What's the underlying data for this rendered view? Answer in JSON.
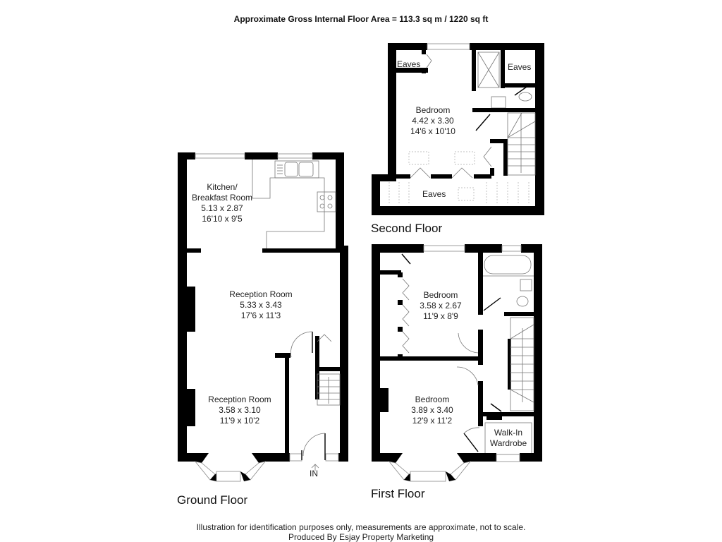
{
  "header": {
    "title": "Approximate Gross Internal Floor Area = 113.3 sq m / 1220 sq ft"
  },
  "floors": {
    "ground": {
      "label": "Ground Floor",
      "rooms": [
        {
          "name_line1": "Kitchen/",
          "name_line2": "Breakfast Room",
          "metric": "5.13 x 2.87",
          "imperial": "16'10 x 9'5"
        },
        {
          "name": "Reception Room",
          "metric": "5.33 x 3.43",
          "imperial": "17'6 x 11'3"
        },
        {
          "name": "Reception Room",
          "metric": "3.58 x 3.10",
          "imperial": "11'9 x 10'2"
        }
      ],
      "entrance_label": "IN"
    },
    "first": {
      "label": "First Floor",
      "rooms": [
        {
          "name": "Bedroom",
          "metric": "3.58 x 2.67",
          "imperial": "11'9 x 8'9"
        },
        {
          "name": "Bedroom",
          "metric": "3.89 x 3.40",
          "imperial": "12'9 x 11'2"
        },
        {
          "name_line1": "Walk-In",
          "name_line2": "Wardrobe"
        }
      ]
    },
    "second": {
      "label": "Second Floor",
      "rooms": [
        {
          "name": "Bedroom",
          "metric": "4.42 x 3.30",
          "imperial": "14'6 x 10'10"
        },
        {
          "name": "Eaves"
        },
        {
          "name": "Eaves"
        },
        {
          "name": "Eaves"
        }
      ]
    }
  },
  "footer": {
    "disclaimer": "Illustration for identification purposes only, measurements are approximate, not to scale.",
    "producer": "Produced By Esjay Property Marketing"
  },
  "colors": {
    "wall": "#000000",
    "background": "#ffffff",
    "fixture_line": "#777777"
  }
}
